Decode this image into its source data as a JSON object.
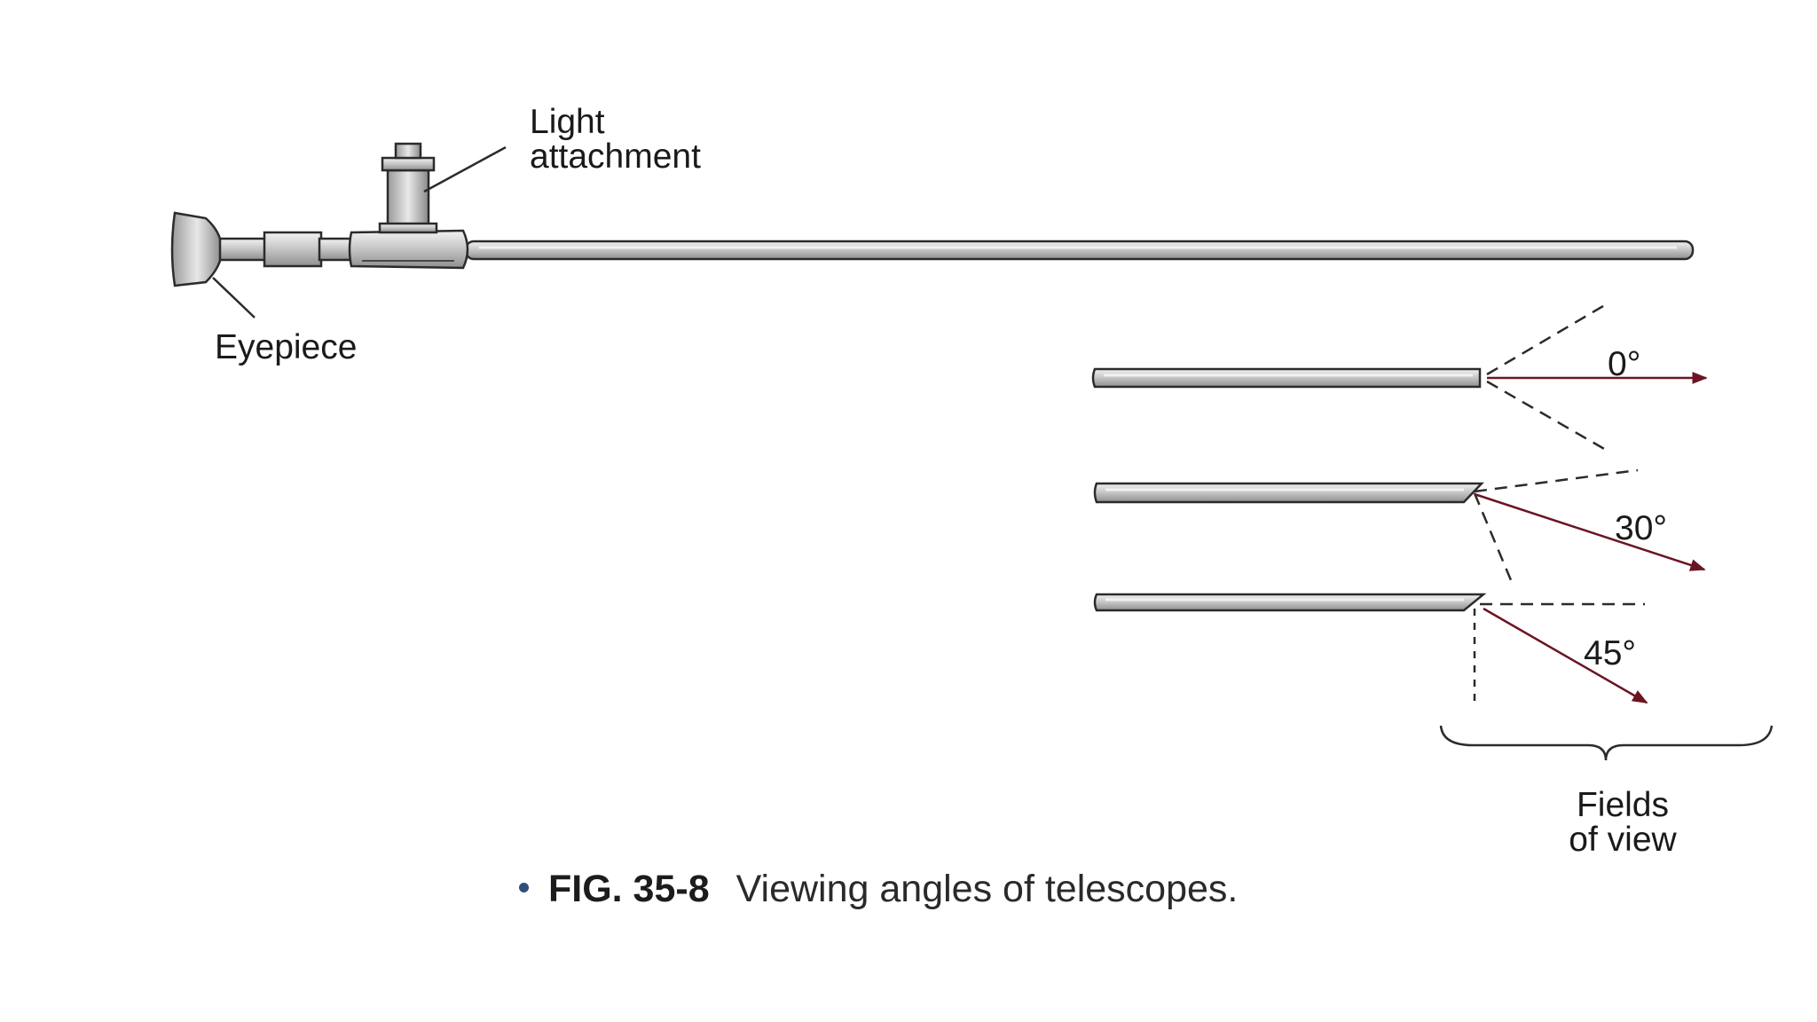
{
  "labels": {
    "light_line1": "Light",
    "light_line2": "attachment",
    "eyepiece": "Eyepiece",
    "angle_0": "0°",
    "angle_30": "30°",
    "angle_45": "45°",
    "fields_line1": "Fields",
    "fields_line2": "of view"
  },
  "caption": {
    "figure": "FIG. 35-8",
    "text": "Viewing angles of telescopes."
  },
  "colors": {
    "arrow": "#6b1523",
    "bullet": "#2f4f7a",
    "metal": "#d8d8d8",
    "outline": "#2b2b2b"
  }
}
